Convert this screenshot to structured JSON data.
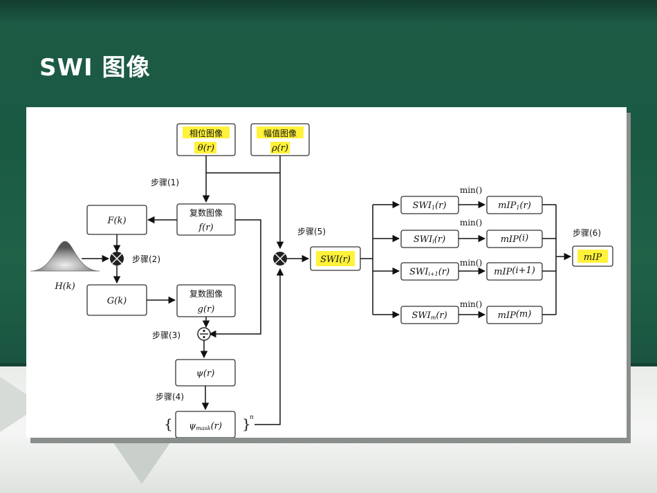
{
  "slide": {
    "title": "SWI 图像",
    "colors": {
      "board": "#1d5a45",
      "highlight": "#fff23a",
      "text": "#111111"
    }
  },
  "diagram": {
    "phase_box": {
      "title": "相位图像",
      "symbol": "θ(r)"
    },
    "magnitude_box": {
      "title": "幅值图像",
      "symbol": "ρ(r)"
    },
    "complex_f": {
      "title": "复数图像",
      "symbol": "f(r)"
    },
    "complex_g": {
      "title": "复数图像",
      "symbol": "g(r)"
    },
    "F": "F(k)",
    "G": "G(k)",
    "H": "H(k)",
    "psi": "ψ(r)",
    "psi_mask": {
      "pre": "ψ",
      "sub": "mask",
      "post": "(r)",
      "left_brace": "{",
      "right_brace": "}",
      "power": "n"
    },
    "swi": "SWI(r)",
    "steps": {
      "s1": "步骤(1)",
      "s2": "步骤(2)",
      "s3": "步骤(3)",
      "s4": "步骤(4)",
      "s5": "步骤(5)",
      "s6": "步骤(6)"
    },
    "min_label": "min()",
    "swi_rows": [
      {
        "swi_pre": "SWI",
        "swi_sub": "1",
        "swi_post": "(r)",
        "mip_pre": "mIP",
        "mip_sub": "1",
        "mip_post": "(r)"
      },
      {
        "swi_pre": "SWI",
        "swi_sub": "i",
        "swi_post": "(r)",
        "mip_pre": "mIP",
        "mip_sub": "",
        "mip_post": "(i)"
      },
      {
        "swi_pre": "SWI",
        "swi_sub": "i+1",
        "swi_post": "(r)",
        "mip_pre": "mIP",
        "mip_sub": "",
        "mip_post": "(i+1)"
      },
      {
        "swi_pre": "SWI",
        "swi_sub": "m",
        "swi_post": "(r)",
        "mip_pre": "mIP",
        "mip_sub": "",
        "mip_post": "(m)"
      }
    ],
    "final": "mIP"
  }
}
